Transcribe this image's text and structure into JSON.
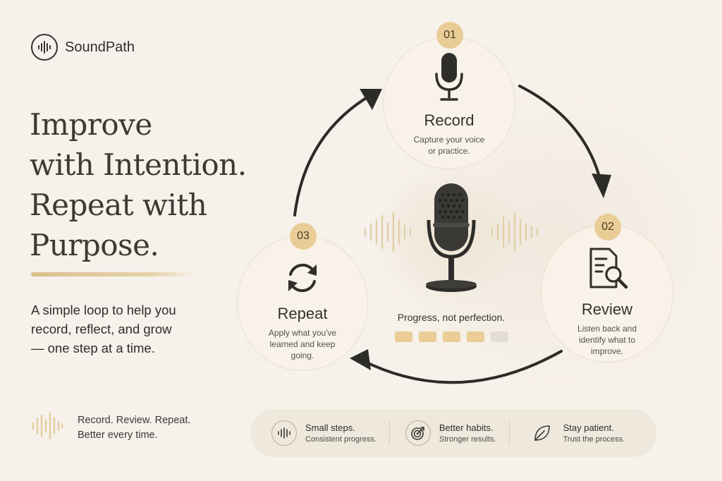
{
  "brand": {
    "name": "SoundPath",
    "logo_icon": "soundwave-icon"
  },
  "hero": {
    "headline_lines": [
      "Improve",
      "with Intention.",
      "Repeat with",
      "Purpose."
    ],
    "intro_lines": [
      "A simple loop to help you",
      "record, reflect, and grow",
      "— one step at a time."
    ]
  },
  "footer_note": {
    "icon": "soundwave-icon",
    "lines": [
      "Record. Review. Repeat.",
      "Better every time."
    ]
  },
  "steps": [
    {
      "number": "01",
      "title": "Record",
      "description_lines": [
        "Capture your voice",
        "or practice."
      ],
      "icon": "microphone-icon"
    },
    {
      "number": "02",
      "title": "Review",
      "description_lines": [
        "Listen back and",
        "identify what to",
        "improve."
      ],
      "icon": "document-search-icon"
    },
    {
      "number": "03",
      "title": "Repeat",
      "description_lines": [
        "Apply what you've",
        "learned and keep",
        "going."
      ],
      "icon": "refresh-icon"
    }
  ],
  "center": {
    "icon": "studio-microphone-icon",
    "tagline": "Progress, not perfection.",
    "progress": {
      "filled": 4,
      "total": 5
    }
  },
  "features": [
    {
      "icon": "soundwave-icon",
      "title": "Small steps.",
      "subtitle": "Consistent progress."
    },
    {
      "icon": "target-icon",
      "title": "Better habits.",
      "subtitle": "Stronger results."
    },
    {
      "icon": "leaf-icon",
      "title": "Stay patient.",
      "subtitle": "Trust the process."
    }
  ],
  "colors": {
    "background": "#f6f1ea",
    "accent_gold": "#e9cc96",
    "dark": "#33322d",
    "progress_empty": "#e3ddd3"
  }
}
